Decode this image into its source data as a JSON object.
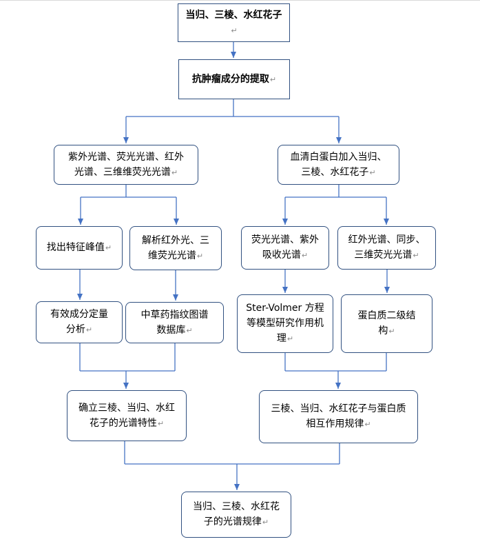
{
  "nodes": {
    "n1": "当归、三棱、水红花子",
    "n2": "抗肿瘤成分的提取",
    "n3": "紫外光谱、荧光光谱、红外光谱、三维维荧光光谱",
    "n4": "血清白蛋白加入当归、三棱、水红花子",
    "n5": "找出特征峰值",
    "n6": "解析红外光、三维荧光光谱",
    "n7": "荧光光谱、紫外吸收光谱",
    "n8": "红外光谱、同步、三维荧光光谱",
    "n9": "有效成分定量分析",
    "n10": "中草药指纹图谱数据库",
    "n11": "Ster-Volmer 方程等模型研究作用机理",
    "n12": "蛋白质二级结构",
    "n13": "确立三棱、当归、水红花子的光谱特性",
    "n14": "三棱、当归、水红花子与蛋白质相互作用规律",
    "n15": "当归、三棱、水红花子的光谱规律"
  },
  "return_mark": "↵",
  "colors": {
    "border": "#2f4f7f",
    "arrow": "#4472c4"
  }
}
